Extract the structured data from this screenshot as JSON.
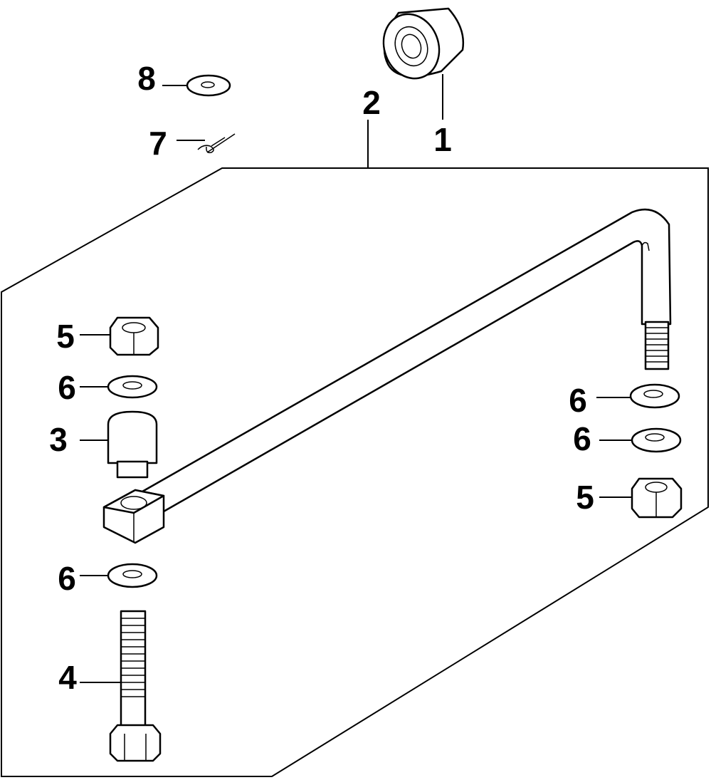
{
  "diagram": {
    "type": "exploded-parts-view",
    "callouts": {
      "c1": "1",
      "c2": "2",
      "c3": "3",
      "c4": "4",
      "c5a": "5",
      "c5b": "5",
      "c6a": "6",
      "c6b": "6",
      "c6c": "6",
      "c6d": "6",
      "c7": "7",
      "c8": "8"
    }
  }
}
